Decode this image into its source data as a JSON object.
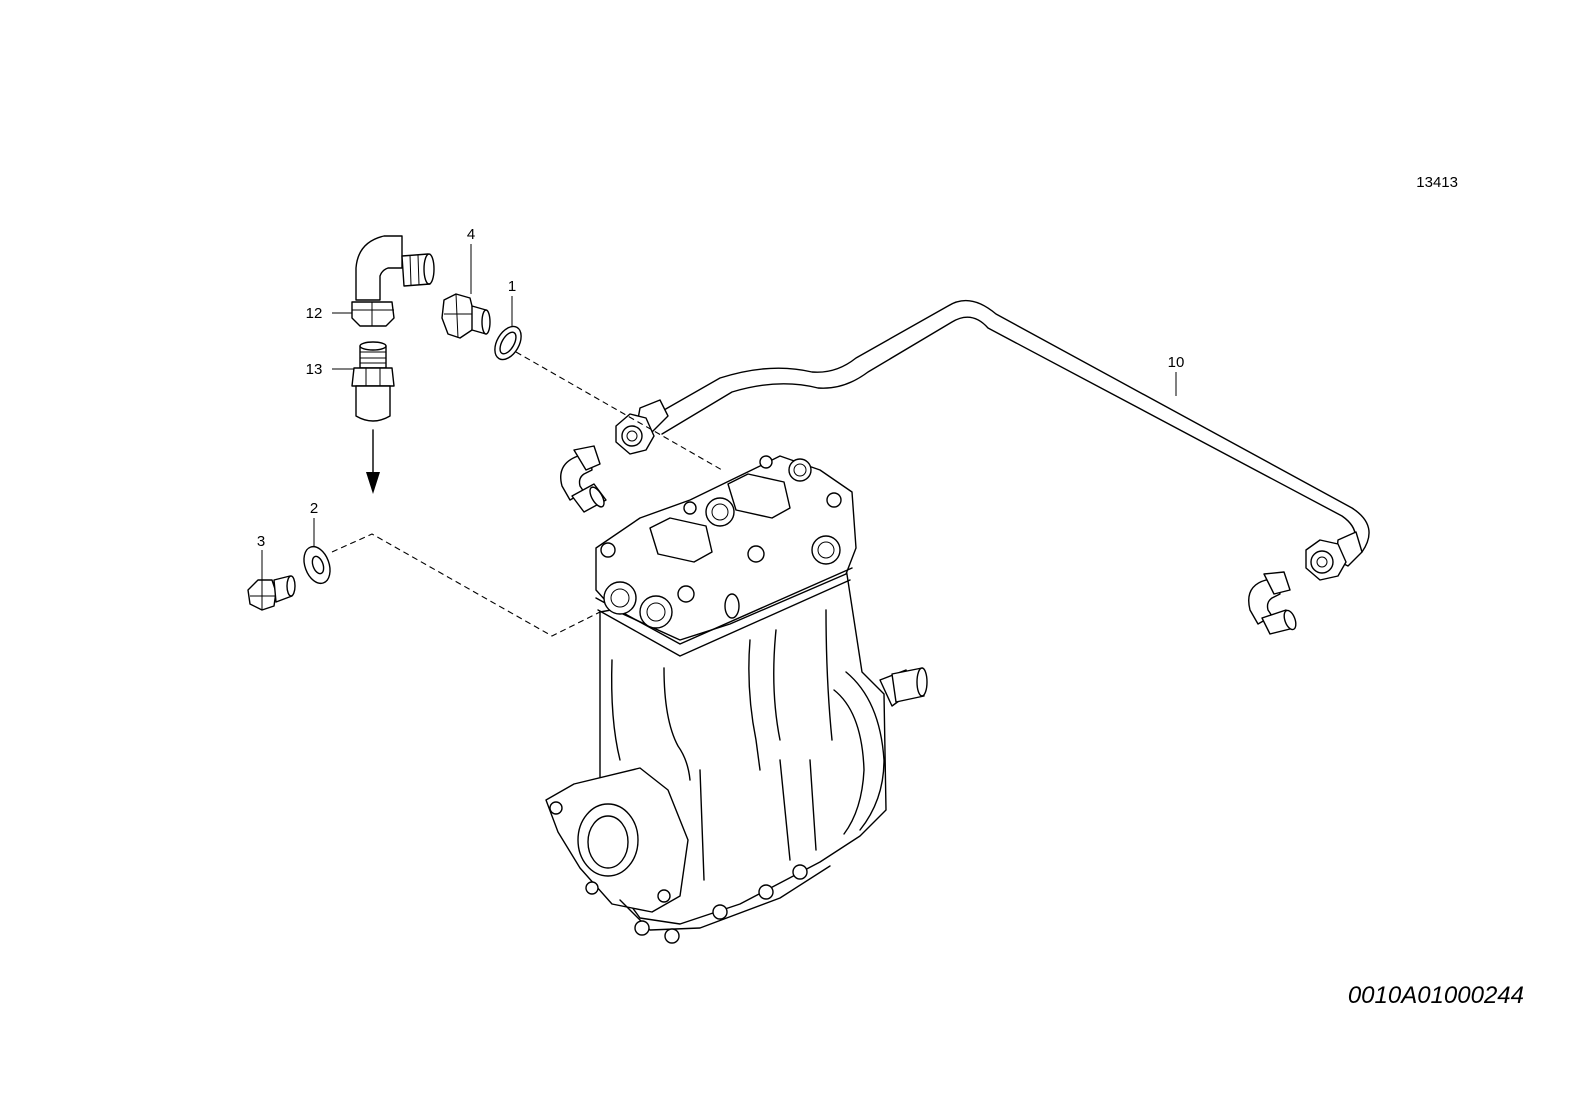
{
  "drawing": {
    "reference_number": "13413",
    "catalog_code": "0010A01000244"
  },
  "callouts": [
    {
      "id": "c1",
      "label": "1"
    },
    {
      "id": "c2",
      "label": "2"
    },
    {
      "id": "c3",
      "label": "3"
    },
    {
      "id": "c4",
      "label": "4"
    },
    {
      "id": "c10",
      "label": "10"
    },
    {
      "id": "c12",
      "label": "12"
    },
    {
      "id": "c13",
      "label": "13"
    }
  ]
}
